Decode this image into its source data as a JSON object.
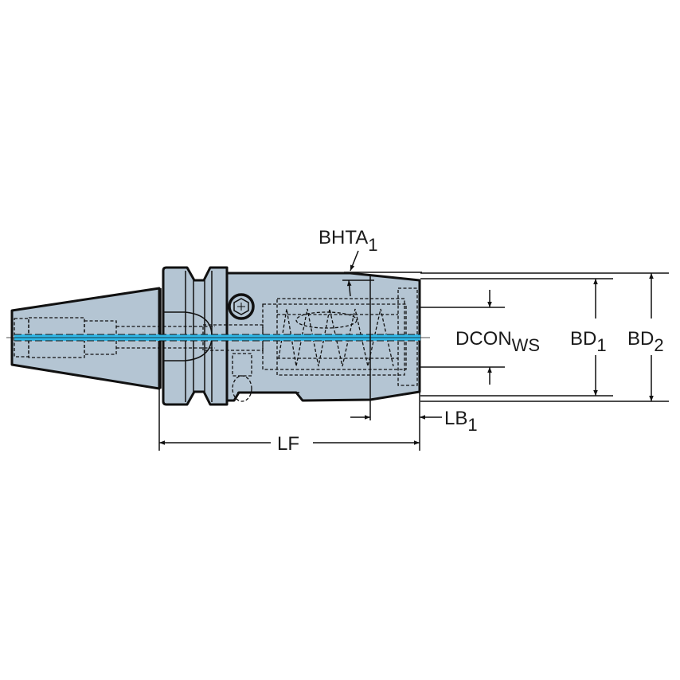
{
  "drawing": {
    "subject": "Tool holder technical drawing",
    "colors": {
      "body_fill": "#b4c5d3",
      "outline": "#111111",
      "coolant_channel": "#2fb6e6",
      "background": "#ffffff"
    }
  },
  "labels": {
    "bhta": {
      "main": "BHTA",
      "sub": "1"
    },
    "dcon": {
      "main": "DCON",
      "sub": "WS"
    },
    "bd1": {
      "main": "BD",
      "sub": "1"
    },
    "bd2": {
      "main": "BD",
      "sub": "2"
    },
    "lb1": {
      "main": "LB",
      "sub": "1"
    },
    "lf": {
      "main": "LF"
    }
  }
}
